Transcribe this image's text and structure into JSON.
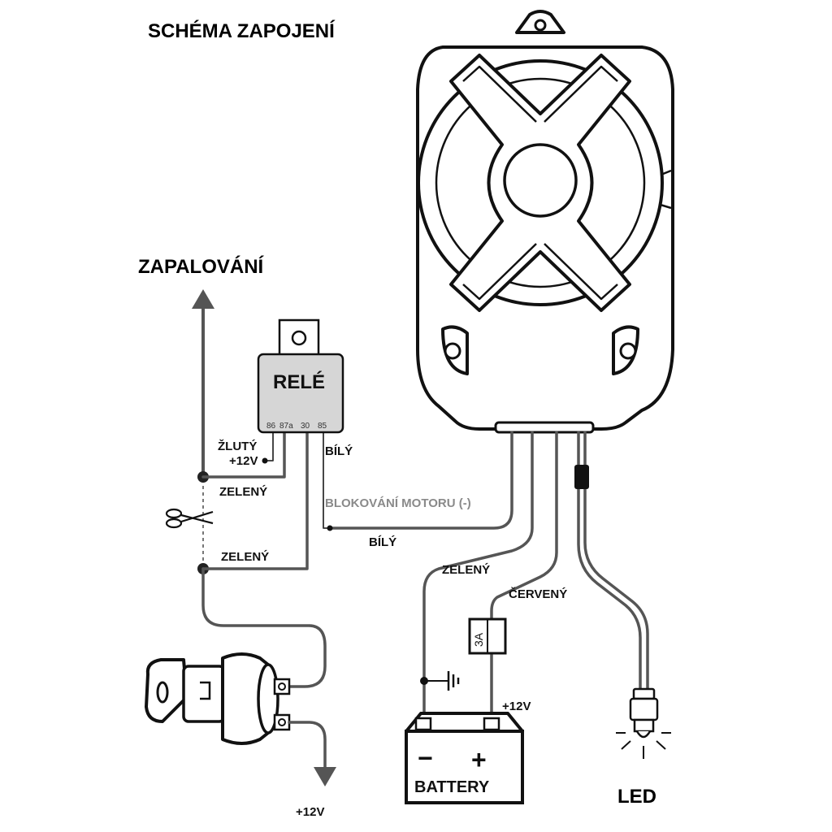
{
  "title": "SCHÉMA ZAPOJENÍ",
  "ignition_label": "ZAPALOVÁNÍ",
  "relay": {
    "label": "RELÉ",
    "pins": [
      "86",
      "87a",
      "30",
      "85"
    ]
  },
  "wires": {
    "yellow": "ŽLUTÝ",
    "plus12_relay": "+12V",
    "green_top": "ZELENÝ",
    "white_relay": "BÍLÝ",
    "engine_block": "BLOKOVÁNÍ MOTORU (-)",
    "white_bottom": "BÍLÝ",
    "green_lower": "ZELENÝ",
    "green_siren": "ZELENÝ",
    "red": "ČERVENÝ"
  },
  "fuse": {
    "label": "3A"
  },
  "battery": {
    "label": "BATTERY",
    "minus": "−",
    "plus": "+",
    "plus12": "+12V"
  },
  "ignition_out": "+12V",
  "led": {
    "label": "LED"
  },
  "icons": [
    "siren-icon",
    "relay-icon",
    "scissors-icon",
    "ignition-switch-icon",
    "battery-icon",
    "fuse-icon",
    "ground-icon",
    "led-icon",
    "arrow-up-icon",
    "arrow-down-icon"
  ]
}
